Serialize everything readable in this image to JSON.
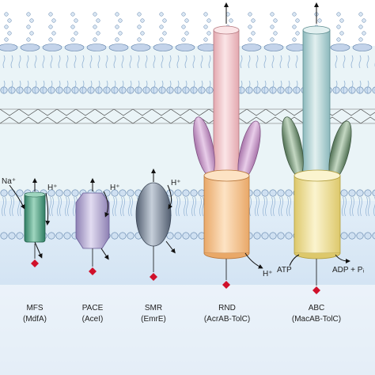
{
  "ions": {
    "na": "Na⁺",
    "h_mfs": "H⁺",
    "h_pace": "H⁺",
    "h_smr": "H⁺",
    "h_rnd": "H⁺",
    "atp": "ATP",
    "adp": "ADP + Pᵢ"
  },
  "pumps": [
    {
      "family": "MFS",
      "example": "(MdfA)",
      "color": "#4fa586"
    },
    {
      "family": "PACE",
      "example": "(AceI)",
      "color": "#a79cc7"
    },
    {
      "family": "SMR",
      "example": "(EmrE)",
      "color": "#7d8a9c"
    },
    {
      "family": "RND",
      "example": "(AcrAB-TolC)",
      "color": "#f3c88f"
    },
    {
      "family": "ABC",
      "example": "(MacAB-TolC)",
      "color": "#efe3a0"
    }
  ],
  "colors": {
    "substrate": "#d0102a",
    "lipid_head": "#cfe0f1",
    "lipid_edge": "#5c7fa8",
    "lps_oval": "#c3d3ea",
    "periplasm": "#eaf4f7",
    "cytoplasm": "#cfe0f1",
    "rnd_channel": "#f1c9cd",
    "abc_channel": "#bfd9da",
    "rnd_adaptor": "#c89bc9",
    "abc_adaptor": "#7a9a7c"
  }
}
